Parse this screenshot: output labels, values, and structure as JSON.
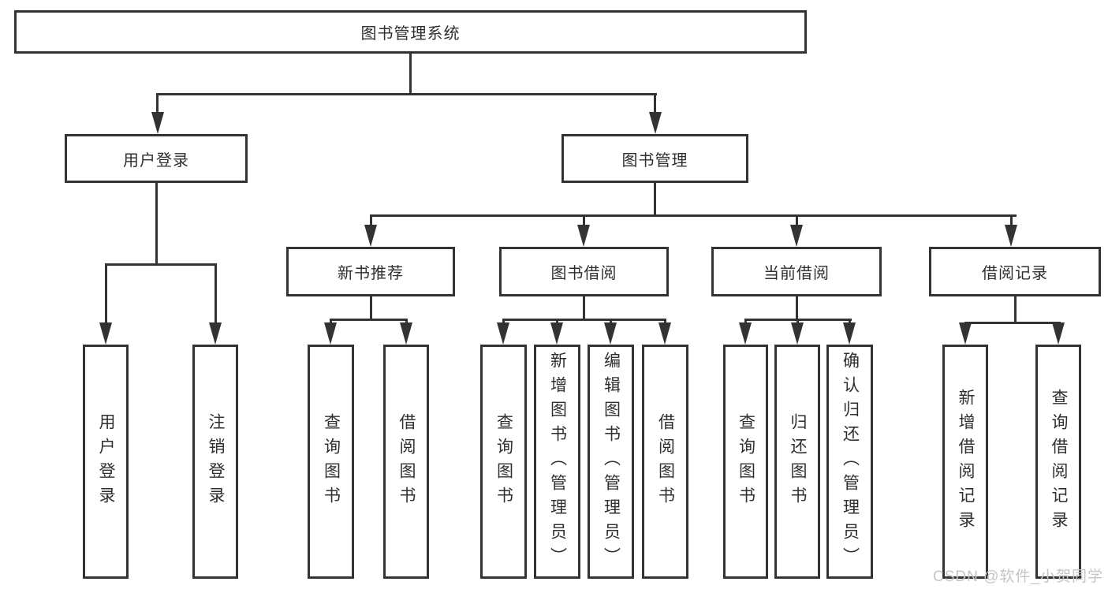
{
  "page": {
    "background": "#ffffff",
    "line_color": "#333333",
    "text_color": "#2f2f2f",
    "watermark": "CSDN @软件_小贺同学",
    "watermark_color": "#c5c5c8"
  },
  "diagram": {
    "type": "hierarchy-tree",
    "root": {
      "label": "图书管理系统"
    },
    "branches": [
      {
        "label": "用户登录",
        "children": [
          {
            "label": "用户登录"
          },
          {
            "label": "注销登录"
          }
        ]
      },
      {
        "label": "图书管理",
        "children": [
          {
            "label": "新书推荐",
            "children": [
              {
                "label": "查询图书"
              },
              {
                "label": "借阅图书"
              }
            ]
          },
          {
            "label": "图书借阅",
            "children": [
              {
                "label": "查询图书"
              },
              {
                "label": "新增图书（管理员）"
              },
              {
                "label": "编辑图书（管理员）"
              },
              {
                "label": "借阅图书"
              }
            ]
          },
          {
            "label": "当前借阅",
            "children": [
              {
                "label": "查询图书"
              },
              {
                "label": "归还图书"
              },
              {
                "label": "确认归还（管理员）"
              }
            ]
          },
          {
            "label": "借阅记录",
            "children": [
              {
                "label": "新增借阅记录"
              },
              {
                "label": "查询借阅记录"
              }
            ]
          }
        ]
      }
    ]
  }
}
